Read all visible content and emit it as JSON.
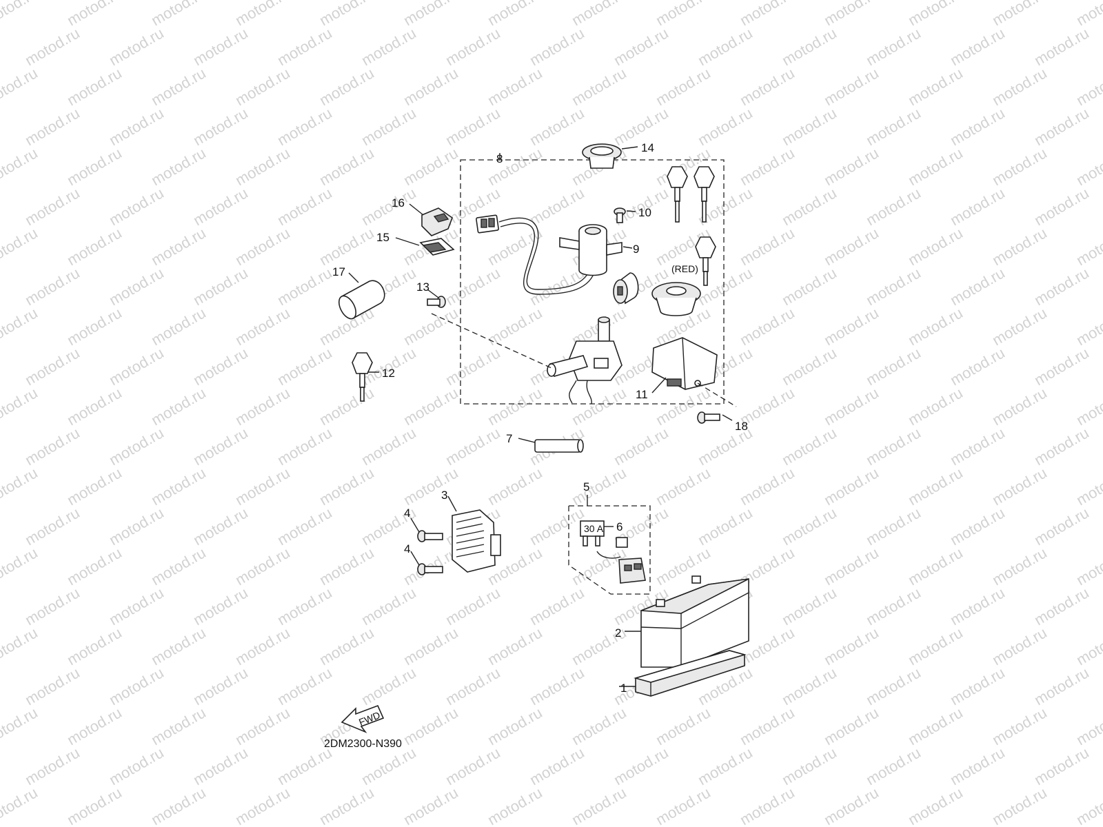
{
  "watermark": "motod.ru",
  "diagram_code": "2DM2300-N390",
  "fwd_label": "FWD",
  "fuse_rating": "30 A",
  "color_note": "(RED)",
  "callouts": {
    "p1": "1",
    "p2": "2",
    "p3": "3",
    "p4a": "4",
    "p4b": "4",
    "p5": "5",
    "p6": "6",
    "p7": "7",
    "p8": "8",
    "p9": "9",
    "p10": "10",
    "p11": "11",
    "p12": "12",
    "p13": "13",
    "p14": "14",
    "p15": "15",
    "p16": "16",
    "p17": "17",
    "p18": "18"
  }
}
